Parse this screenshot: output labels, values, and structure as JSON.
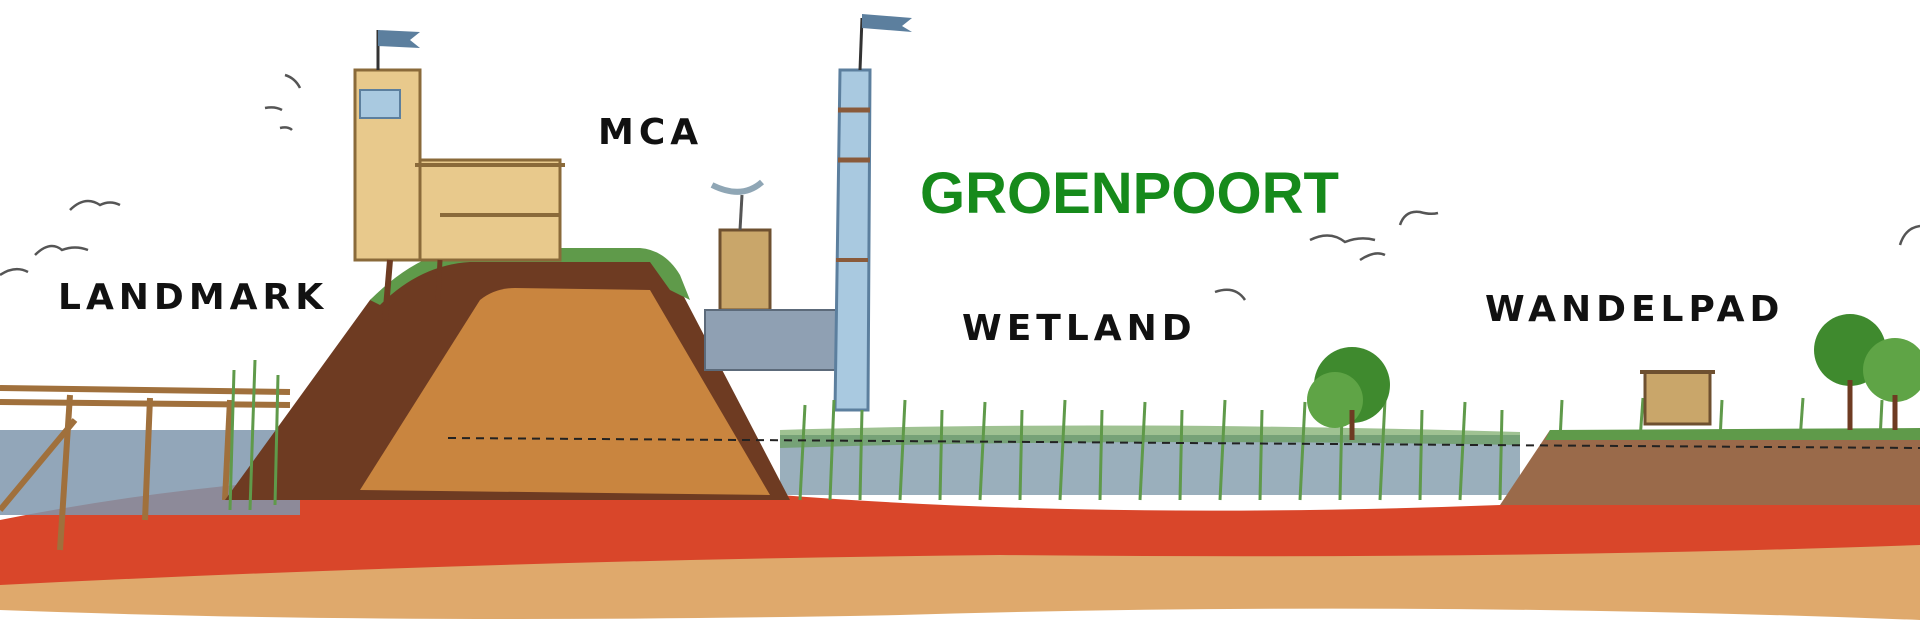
{
  "title": {
    "text": "GROENPOORT",
    "color": "#168a1b"
  },
  "labels": {
    "landmark": "LANDMARK",
    "mca": "MCA",
    "wetland": "WETLAND",
    "wandelpad": "WANDELPAD"
  },
  "colors": {
    "red_soil": "#d9462a",
    "orange_soil": "#c9853f",
    "ochre_ground": "#d99a52",
    "dark_dike": "#6e3b22",
    "water": "#7f97ad",
    "reed_green": "#5f9a4a",
    "tree_green": "#3f8a2e",
    "tower_blue": "#a9c9e0",
    "tower_sand": "#e8c98c",
    "flag": "#5c7f9e"
  }
}
